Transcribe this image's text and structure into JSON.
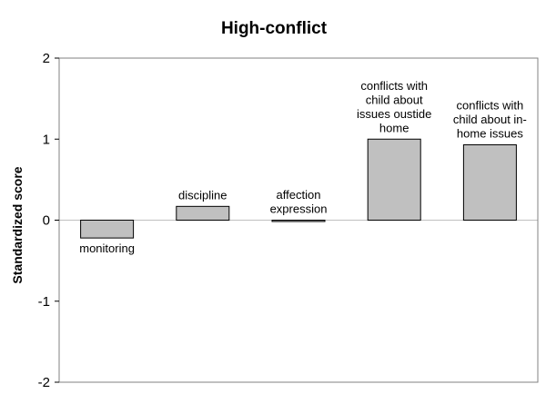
{
  "chart_data": {
    "type": "bar",
    "title": "High-conflict",
    "xlabel": "",
    "ylabel": "Standardized score",
    "ylim": [
      -2,
      2
    ],
    "yticks": [
      2,
      1,
      0,
      -1,
      -2
    ],
    "ytick_labels": [
      "2",
      "1",
      "0",
      "-1",
      "-2"
    ],
    "grid": false,
    "legend": "none",
    "bar_color": "#c0c0c0",
    "categories": [
      [
        "monitoring"
      ],
      [
        "discipline"
      ],
      [
        "affection",
        "expression"
      ],
      [
        "conflicts with",
        "child about",
        "issues oustide",
        "home"
      ],
      [
        "conflicts with",
        "child about in-",
        "home issues"
      ]
    ],
    "values": [
      -0.22,
      0.17,
      0.0,
      1.0,
      0.93
    ]
  }
}
